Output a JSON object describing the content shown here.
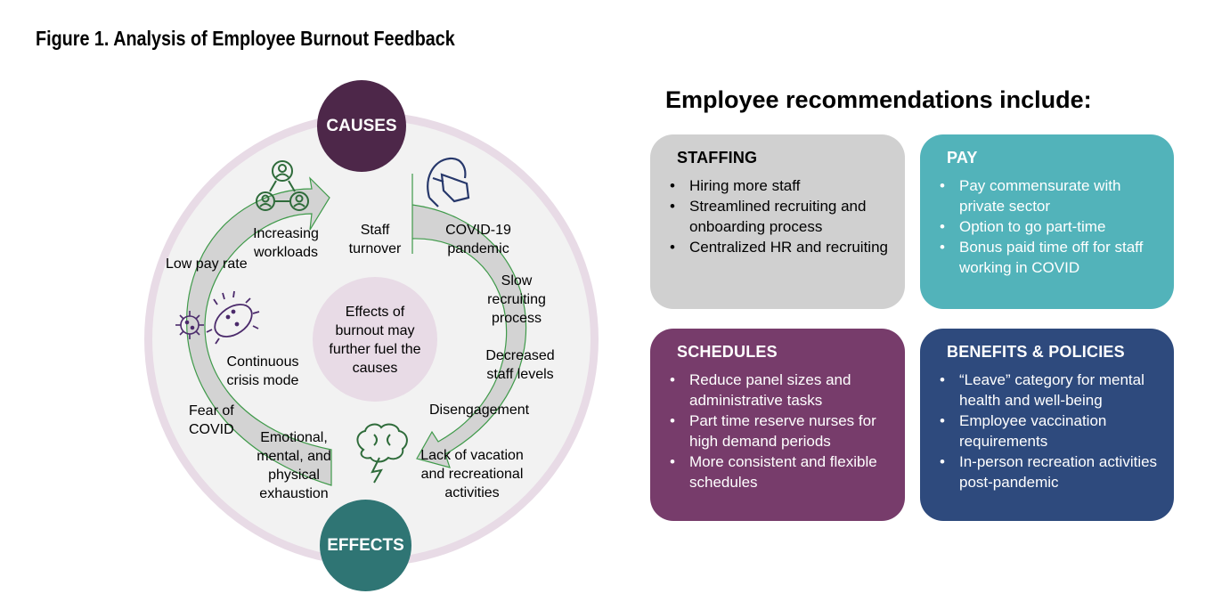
{
  "figure": {
    "title": "Figure 1. Analysis of Employee Burnout Feedback"
  },
  "cycle": {
    "causes_label": "CAUSES",
    "effects_label": "EFFECTS",
    "center_text": "Effects of burnout may further fuel the causes",
    "items": {
      "staff_turnover": "Staff\nturnover",
      "covid_pandemic": "COVID-19\npandemic",
      "increasing_workloads": "Increasing\nworkloads",
      "low_pay_rate": "Low pay rate",
      "slow_recruiting": "Slow\nrecruiting\nprocess",
      "decreased_staff": "Decreased\nstaff levels",
      "continuous_crisis": "Continuous\ncrisis mode",
      "disengagement": "Disengagement",
      "fear_covid": "Fear of\nCOVID",
      "exhaustion": "Emotional,\nmental, and\nphysical\nexhaustion",
      "lack_vacation": "Lack of vacation\nand recreational\nactivities"
    },
    "colors": {
      "causes": "#4d2749",
      "effects": "#2f7574",
      "ring": "#e8dbe6",
      "disc": "#f2f2f2",
      "center": "#e8dbe6",
      "arrow_fill": "#d3d3d3",
      "arrow_stroke": "#3f9a4a",
      "icon_green": "#2e6b3a",
      "icon_purple": "#4b2a6b",
      "icon_navy": "#27386b"
    }
  },
  "recommendations": {
    "title": "Employee recommendations include:",
    "cards": [
      {
        "key": "staffing",
        "title": "STAFFING",
        "color": "#d0d0d0",
        "items": [
          "Hiring more staff",
          "Streamlined recruiting and onboarding process",
          "Centralized HR and recruiting"
        ]
      },
      {
        "key": "pay",
        "title": "PAY",
        "color": "#52b3ba",
        "items": [
          "Pay commensurate with private sector",
          "Option to go part-time",
          "Bonus paid time off for staff working in COVID"
        ]
      },
      {
        "key": "schedules",
        "title": "SCHEDULES",
        "color": "#773c6b",
        "items": [
          "Reduce panel sizes and administrative tasks",
          "Part time reserve nurses for high demand periods",
          "More consistent and flexible schedules"
        ]
      },
      {
        "key": "benefits",
        "title": "BENEFITS & POLICIES",
        "color": "#2e4a7d",
        "items": [
          "“Leave” category for mental health and well-being",
          "Employee vaccination requirements",
          "In-person recreation activities post-pandemic"
        ]
      }
    ]
  }
}
